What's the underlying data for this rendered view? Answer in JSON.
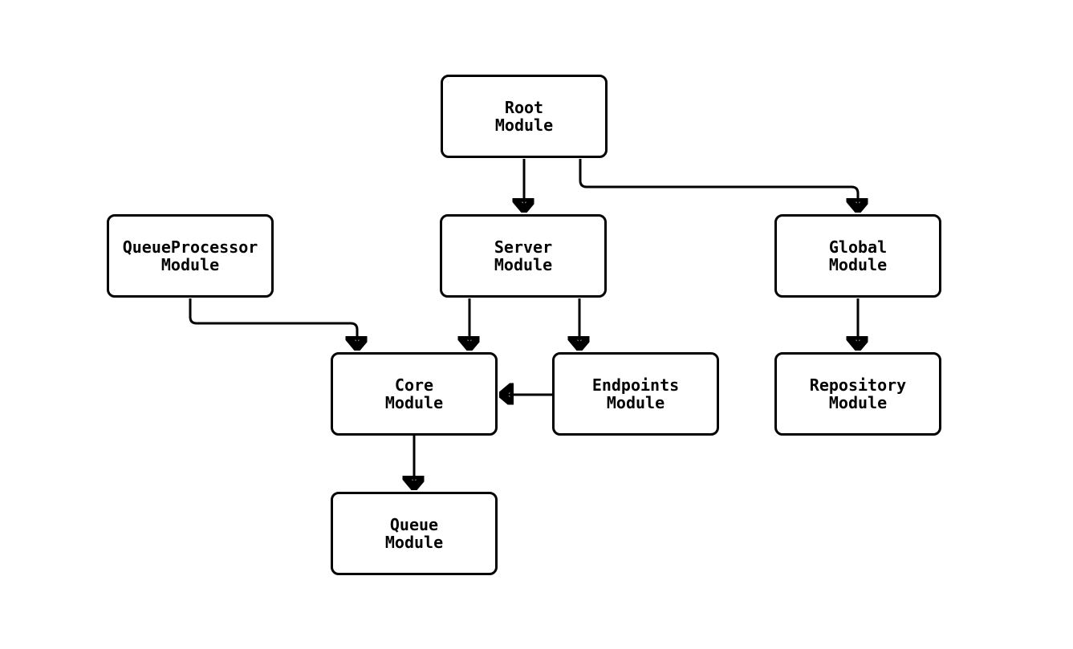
{
  "diagram": {
    "type": "flowchart",
    "direction": "top-down",
    "background_color": "#ffffff",
    "node_fill_color": "#ffffff",
    "node_border_color": "#000000",
    "edge_color": "#000000",
    "nodes": [
      {
        "id": "root",
        "label": "Root\nModule"
      },
      {
        "id": "queueprocessor",
        "label": "QueueProcessor\nModule"
      },
      {
        "id": "server",
        "label": "Server\nModule"
      },
      {
        "id": "global",
        "label": "Global\nModule"
      },
      {
        "id": "core",
        "label": "Core\nModule"
      },
      {
        "id": "endpoints",
        "label": "Endpoints\nModule"
      },
      {
        "id": "repository",
        "label": "Repository\nModule"
      },
      {
        "id": "queue",
        "label": "Queue\nModule"
      }
    ],
    "edges": [
      {
        "from": "root",
        "to": "server"
      },
      {
        "from": "root",
        "to": "global"
      },
      {
        "from": "queueprocessor",
        "to": "core"
      },
      {
        "from": "server",
        "to": "core"
      },
      {
        "from": "server",
        "to": "endpoints"
      },
      {
        "from": "endpoints",
        "to": "core"
      },
      {
        "from": "global",
        "to": "repository"
      },
      {
        "from": "core",
        "to": "queue"
      }
    ]
  }
}
